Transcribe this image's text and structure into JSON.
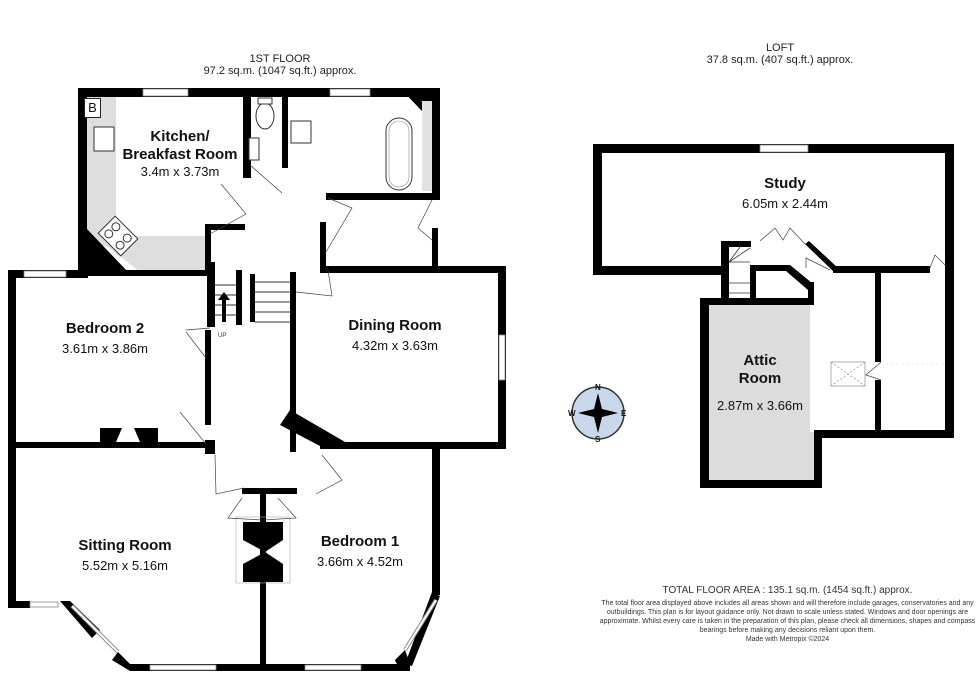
{
  "floors": {
    "first_floor": {
      "title": "1ST FLOOR",
      "area": "97.2 sq.m. (1047 sq.ft.) approx."
    },
    "loft": {
      "title": "LOFT",
      "area": "37.8 sq.m. (407 sq.ft.) approx."
    }
  },
  "rooms": {
    "kitchen": {
      "name_line1": "Kitchen/",
      "name_line2": "Breakfast Room",
      "dims": "3.4m x 3.73m"
    },
    "bedroom2": {
      "name": "Bedroom 2",
      "dims": "3.61m x 3.86m"
    },
    "dining": {
      "name": "Dining Room",
      "dims": "4.32m x 3.63m"
    },
    "sitting": {
      "name": "Sitting Room",
      "dims": "5.52m x 5.16m"
    },
    "bedroom1": {
      "name": "Bedroom 1",
      "dims": "3.66m x 4.52m"
    },
    "study": {
      "name": "Study",
      "dims": "6.05m x 2.44m"
    },
    "attic": {
      "name_line1": "Attic",
      "name_line2": "Room",
      "dims": "2.87m x 3.66m"
    }
  },
  "symbols": {
    "boiler": "B",
    "stairs_up": "UP",
    "compass": {
      "n": "N",
      "s": "S",
      "e": "E",
      "w": "W"
    }
  },
  "footer": {
    "total_area": "TOTAL FLOOR AREA : 135.1 sq.m. (1454 sq.ft.) approx.",
    "disclaimer": "The total floor area displayed above includes all areas shown and will therefore include garages, conservatories and any outbuildings. This plan is for layout guidance only. Not drawn to scale unless stated. Windows and door openings are approximate. Whilst every care is taken in the preparation of this plan, please check all dimensions, shapes and compass bearings before making any decisions reliant upon them.",
    "made_with": "Made with Metropix ©2024"
  },
  "colors": {
    "wall": "#000000",
    "fitted_units": "#dedede",
    "attic_fill": "#dcdcdc",
    "compass_fill": "#c8d8ea",
    "window": "#ffffff"
  }
}
